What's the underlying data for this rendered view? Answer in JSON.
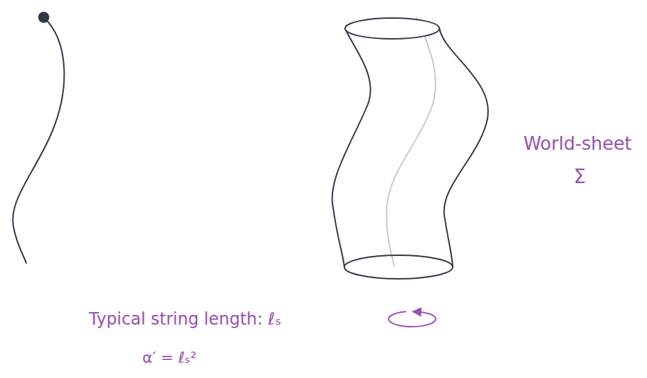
{
  "diagram": {
    "labels": [
      "World-sheet",
      "Σ",
      "Typical string length: ℓₛ",
      "α′ = ℓₛ²"
    ]
  }
}
